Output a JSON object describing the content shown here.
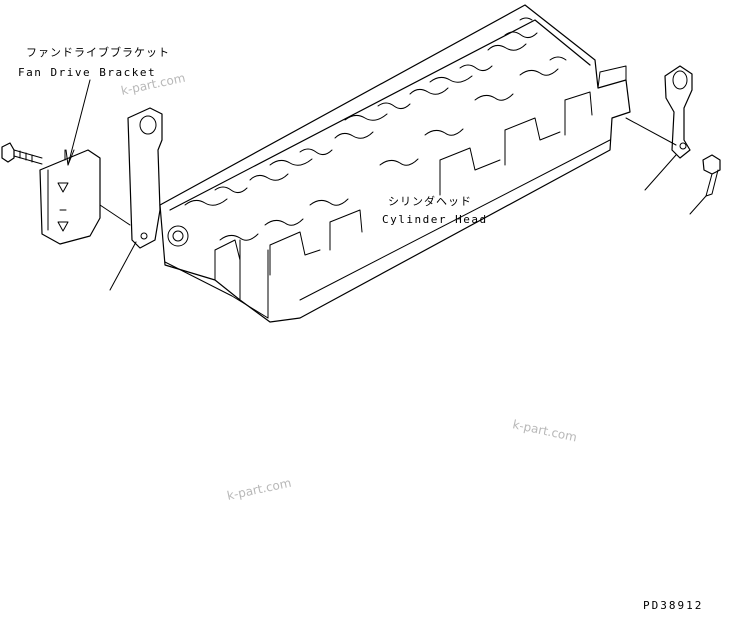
{
  "parts": {
    "fan_drive_bracket": {
      "label_jp": "ファンドライブブラケット",
      "label_en": "Fan Drive Bracket"
    },
    "cylinder_head": {
      "label_jp": "シリンダヘッド",
      "label_en": "Cylinder Head"
    }
  },
  "watermarks": [
    "k-part.com",
    "k-part.com",
    "k-part.com"
  ],
  "drawing_code": "PD38912"
}
